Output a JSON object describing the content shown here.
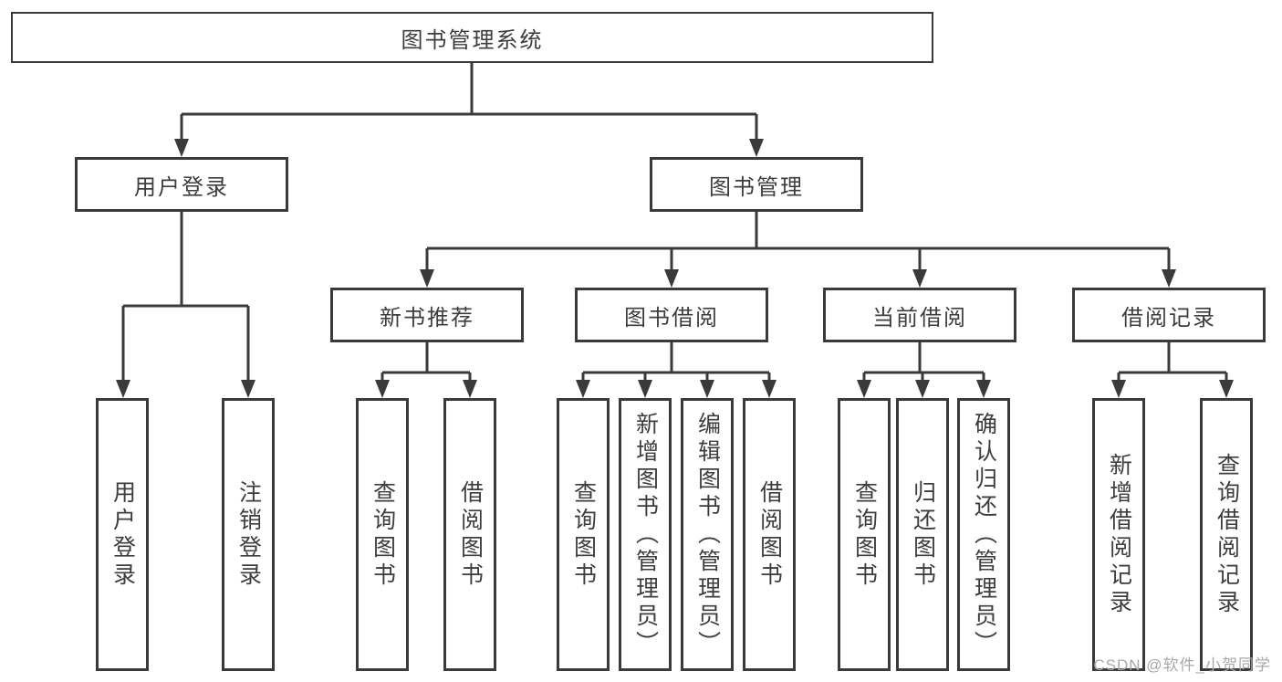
{
  "diagram": {
    "root": {
      "label": "图书管理系统"
    },
    "level2": [
      {
        "label": "用户登录"
      },
      {
        "label": "图书管理"
      }
    ],
    "level3": [
      {
        "label": "新书推荐",
        "parent": "图书管理"
      },
      {
        "label": "图书借阅",
        "parent": "图书管理"
      },
      {
        "label": "当前借阅",
        "parent": "图书管理"
      },
      {
        "label": "借阅记录",
        "parent": "图书管理"
      }
    ],
    "leaves": [
      {
        "label": "用户登录",
        "parent": "用户登录"
      },
      {
        "label": "注销登录",
        "parent": "用户登录"
      },
      {
        "label": "查询图书",
        "parent": "新书推荐"
      },
      {
        "label": "借阅图书",
        "parent": "新书推荐"
      },
      {
        "label": "查询图书",
        "parent": "图书借阅"
      },
      {
        "label": "新增图书（管理员）",
        "parent": "图书借阅"
      },
      {
        "label": "编辑图书（管理员）",
        "parent": "图书借阅"
      },
      {
        "label": "借阅图书",
        "parent": "图书借阅"
      },
      {
        "label": "查询图书",
        "parent": "当前借阅"
      },
      {
        "label": "归还图书",
        "parent": "当前借阅"
      },
      {
        "label": "确认归还（管理员）",
        "parent": "当前借阅"
      },
      {
        "label": "新增借阅记录",
        "parent": "借阅记录"
      },
      {
        "label": "查询借阅记录",
        "parent": "借阅记录"
      }
    ]
  },
  "watermark": "CSDN @软件_小贺同学",
  "colors": {
    "line": "#3a3a3a",
    "box_border": "#3a3a3a",
    "text": "#3d3d3d",
    "watermark": "#a8a8a8",
    "background": "#ffffff"
  }
}
